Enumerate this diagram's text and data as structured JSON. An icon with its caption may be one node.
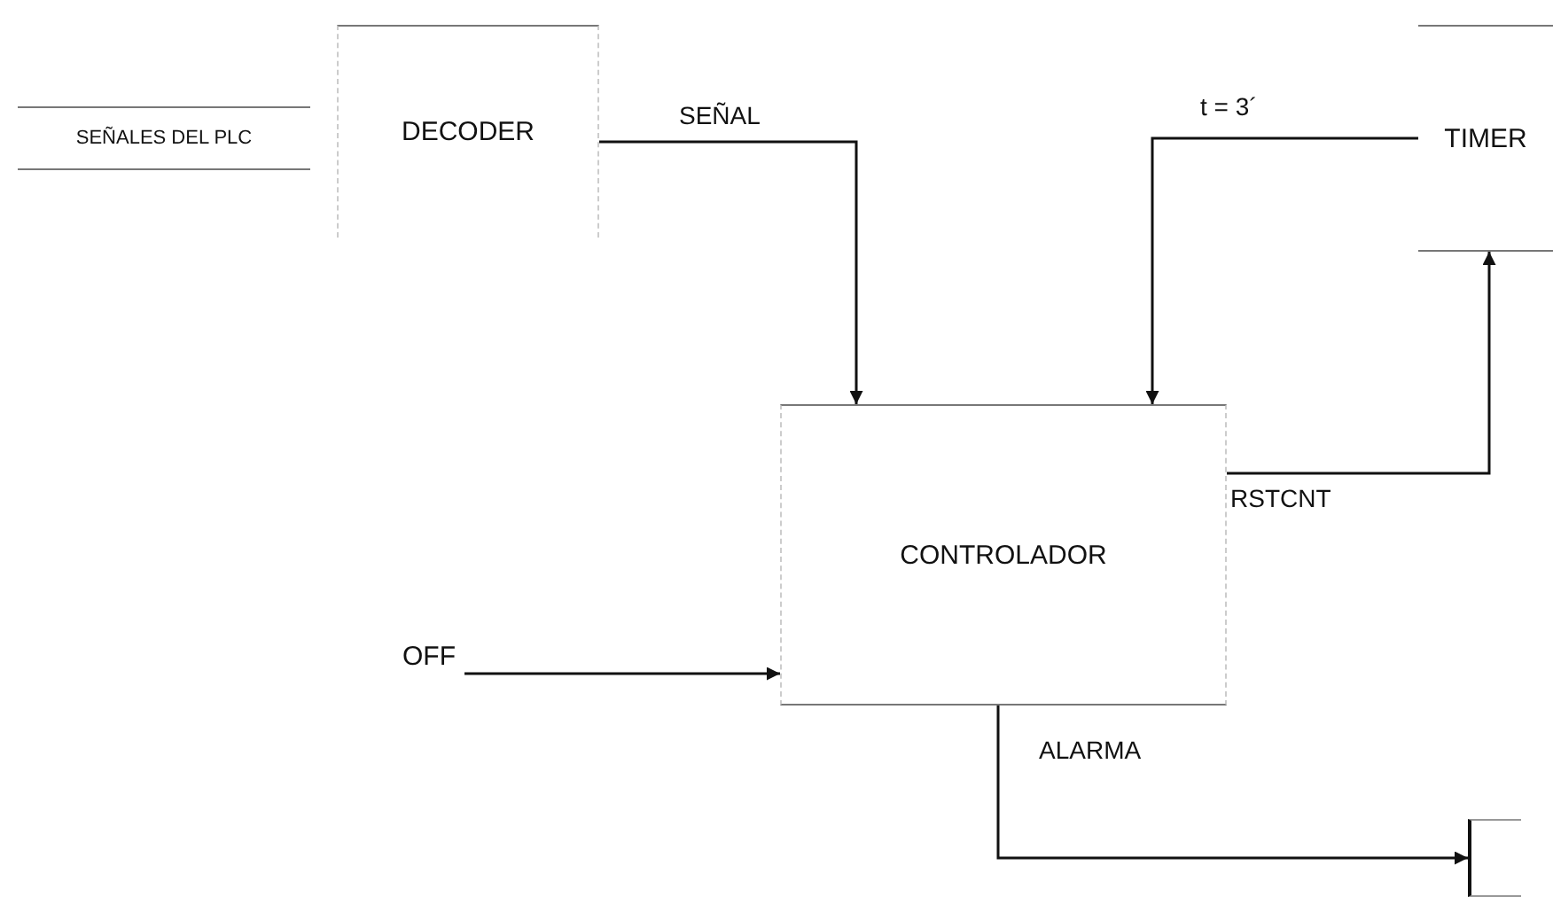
{
  "diagram": {
    "nodes": [
      {
        "text": [
          "SEÑALES DEL PLC"
        ]
      },
      {
        "text": [
          "DECODER"
        ]
      },
      {
        "text": [
          "TIMER"
        ]
      },
      {
        "text": [
          "CONTROLADOR"
        ]
      },
      {
        "text": [
          "OFF"
        ]
      },
      {
        "text": [],
        "shape": "box"
      }
    ],
    "edges": [
      {
        "from": 1,
        "to": 3,
        "arrow": "to",
        "label": "SEÑAL"
      },
      {
        "from": 2,
        "to": 3,
        "arrow": "to",
        "label": "t = 3´"
      },
      {
        "from": 3,
        "to": 2,
        "arrow": "to",
        "label": "RSTCNT"
      },
      {
        "from": 4,
        "to": 3,
        "arrow": "to"
      },
      {
        "from": 3,
        "to": 5,
        "arrow": "to",
        "label": "ALARMA"
      }
    ]
  }
}
